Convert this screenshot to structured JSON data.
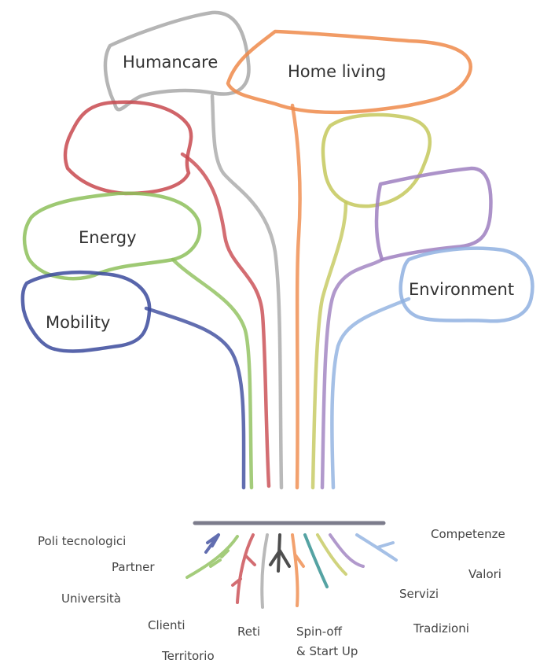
{
  "clusters": {
    "humancare": {
      "label": "Humancare",
      "color": "#a8a8a8"
    },
    "home_living": {
      "label": "Home living",
      "color": "#ef8a4a"
    },
    "energy_sector": {
      "color": "#c8494f"
    },
    "energy": {
      "label": "Energy",
      "color": "#8dbf5a"
    },
    "mobility": {
      "label": "Mobility",
      "color": "#3b4a9c"
    },
    "yellow_sector": {
      "color": "#c4c85c"
    },
    "purple_sector": {
      "color": "#9e7fbf"
    },
    "environment": {
      "label": "Environment",
      "color": "#8fb0e0"
    }
  },
  "ground": {
    "color": "#6e6e80"
  },
  "roots": {
    "poli_tecnologici": "Poli tecnologici",
    "partner": "Partner",
    "universita": "Università",
    "clienti": "Clienti",
    "territorio": "Territorio",
    "reti": "Reti",
    "spin_off_line1": "Spin-off",
    "spin_off_line2": "& Start Up",
    "competenze": "Competenze",
    "valori": "Valori",
    "servizi": "Servizi",
    "tradizioni": "Tradizioni"
  }
}
